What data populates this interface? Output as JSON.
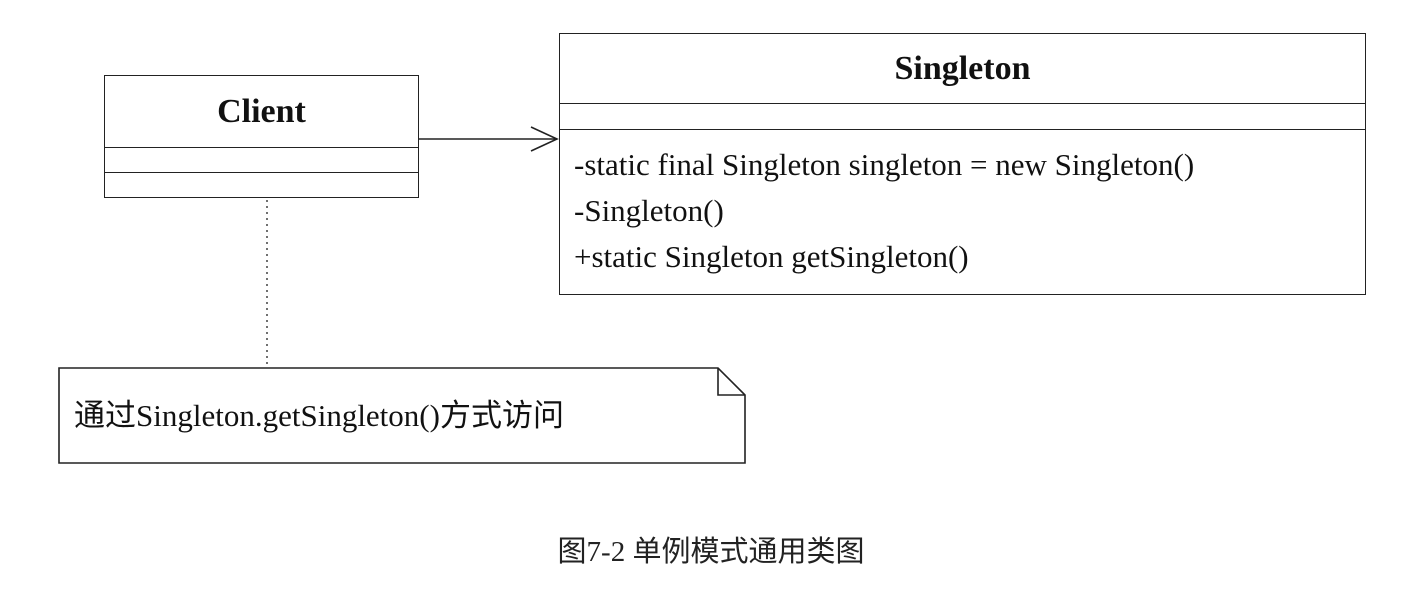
{
  "diagram": {
    "classes": {
      "client": {
        "name": "Client",
        "attributes": [],
        "operations": []
      },
      "singleton": {
        "name": "Singleton",
        "attributes": [],
        "members": [
          "-static final Singleton singleton = new Singleton()",
          "-Singleton()",
          "+static Singleton getSingleton()"
        ]
      }
    },
    "relationships": [
      {
        "from": "Client",
        "to": "Singleton",
        "kind": "association",
        "arrow": "open"
      },
      {
        "from": "Client",
        "to": "note",
        "kind": "note-anchor",
        "style": "dotted"
      }
    ],
    "note": {
      "text": "通过Singleton.getSingleton()方式访问"
    },
    "caption": "图7-2 单例模式通用类图"
  }
}
